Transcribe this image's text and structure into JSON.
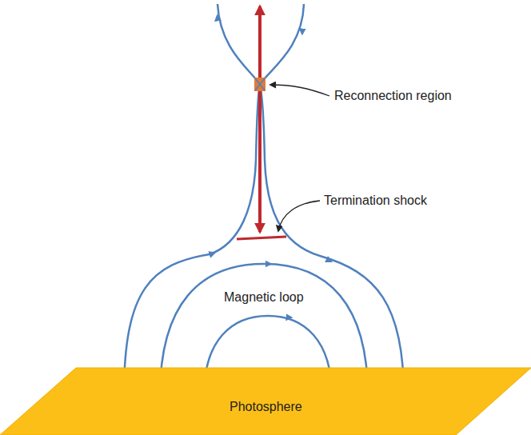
{
  "diagram": {
    "nodes": [
      {
        "text": [
          "Photosphere"
        ]
      }
    ],
    "labels": [
      "Reconnection region",
      "Termination shock",
      "Magnetic loop"
    ]
  }
}
